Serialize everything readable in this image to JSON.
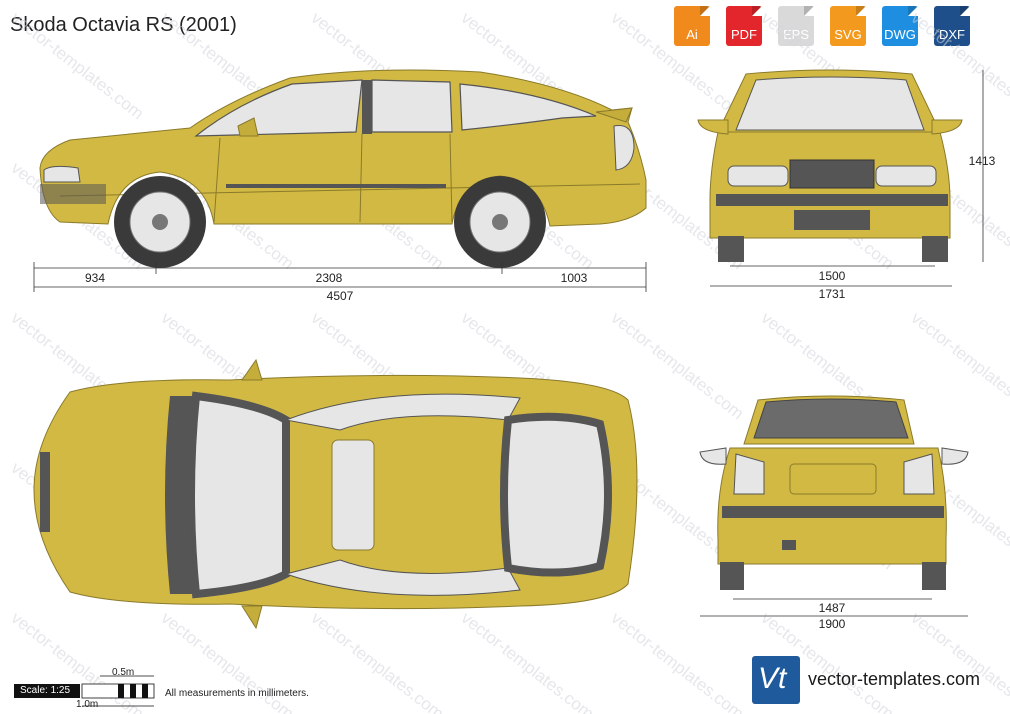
{
  "title": "Skoda Octavia RS (2001)",
  "formats": [
    {
      "label": "Ai",
      "color": "#f08a1c"
    },
    {
      "label": "PDF",
      "color": "#e3262b"
    },
    {
      "label": "EPS",
      "color": "#d9d9d9"
    },
    {
      "label": "SVG",
      "color": "#f39a1e"
    },
    {
      "label": "DWG",
      "color": "#1e8fe0"
    },
    {
      "label": "DXF",
      "color": "#1f4f8a"
    }
  ],
  "dimensions": {
    "front_overhang": "934",
    "wheelbase": "2308",
    "rear_overhang": "1003",
    "length": "4507",
    "height": "1413",
    "front_track": "1500",
    "width_front": "1731",
    "rear_track": "1487",
    "width_mirrors": "1900"
  },
  "scale": {
    "label": "Scale: 1:25",
    "half_meter": "0.5m",
    "meter": "1.0m"
  },
  "note": "All measurements in millimeters.",
  "brand": "vector-templates.com",
  "logo_text": "Vt",
  "watermark": "vector-templates.com",
  "colors": {
    "body": "#d2b944",
    "body_shadow": "#b8a036",
    "glass": "#e6e6e6",
    "trim": "#555555",
    "tire": "#3a3a3a"
  }
}
